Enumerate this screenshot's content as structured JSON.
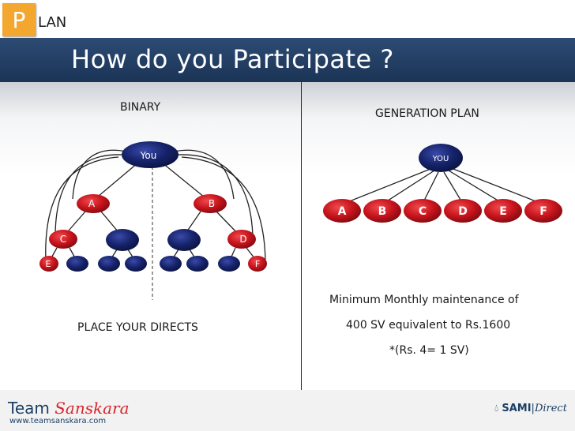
{
  "header": {
    "letter": "P",
    "suffix": "LAN",
    "title": "How do you Participate ?"
  },
  "binary": {
    "heading": "BINARY",
    "root_label": "You",
    "left_label": "A",
    "right_label": "B",
    "c_label": "C",
    "d_label": "D",
    "e_label": "E",
    "f_label": "F",
    "caption": "PLACE  YOUR DIRECTS"
  },
  "generation": {
    "heading": "GENERATION PLAN",
    "root_label": "YOU",
    "children": [
      "A",
      "B",
      "C",
      "D",
      "E",
      "F"
    ],
    "note_line1": "Minimum Monthly maintenance of",
    "note_line2": "400 SV equivalent to Rs.1600",
    "note_line3": "*(Rs. 4= 1 SV)"
  },
  "footer": {
    "brand_prefix": "Team ",
    "brand_suffix": "Sanskara",
    "url": "www.teamsanskara.com",
    "logo_prefix": "SAMI",
    "logo_suffix": "Direct"
  },
  "colors": {
    "navy_node": "#16236b",
    "red_node": "#c8141c",
    "banner": "#22405f",
    "p_box": "#f3a72e"
  }
}
